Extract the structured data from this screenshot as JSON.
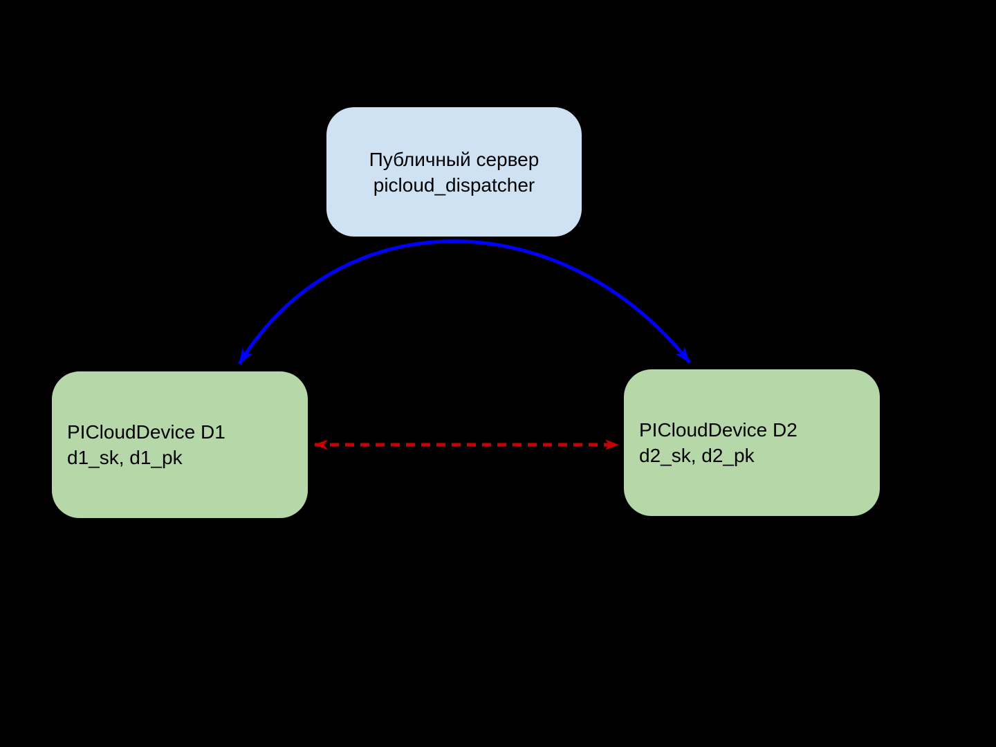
{
  "nodes": {
    "server": {
      "line1": "Публичный сервер",
      "line2": "picloud_dispatcher",
      "fill": "#cfe2f3"
    },
    "device1": {
      "line1": "PICloudDevice D1",
      "line2": "d1_sk, d1_pk",
      "fill": "#b6d7a8"
    },
    "device2": {
      "line1": "PICloudDevice D2",
      "line2": "d2_sk, d2_pk",
      "fill": "#b6d7a8"
    }
  },
  "edges": [
    {
      "id": "server-relay-arrow",
      "style": "solid",
      "color": "#0000ff",
      "bidirectional": true,
      "connects": "device1 - device2 (arc via server)"
    },
    {
      "id": "device-p2p-arrow",
      "style": "dashed",
      "color": "#cc0000",
      "bidirectional": true,
      "connects": "device1 - device2 (direct)"
    }
  ],
  "colors": {
    "background": "#000000",
    "text": "#000000"
  }
}
